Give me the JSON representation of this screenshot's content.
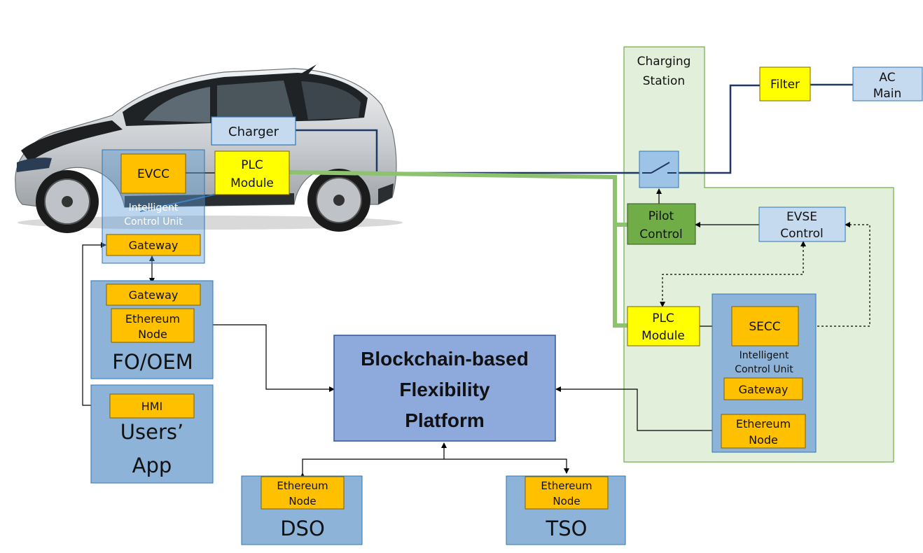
{
  "colors": {
    "orange": "#FFC000",
    "yellow": "#FFFF00",
    "light_blue": "#C5DAEE",
    "steel_blue": "#9DC3E6",
    "group_blue": "#8DB3D9",
    "pilot_green": "#70AD47",
    "station_green": "#E2EFDA",
    "green_line": "#8DC26F",
    "power_line": "#1F3864",
    "platform": "#8EA9DB"
  },
  "icons": {
    "vehicle": "electric-car-icon",
    "switch": "contactor-switch-icon"
  },
  "vehicle": {
    "charger": "Charger",
    "evcc": "EVCC",
    "plc_module_line1": "PLC",
    "plc_module_line2": "Module",
    "icu_line1": "Intelligent",
    "icu_line2": "Control Unit",
    "gateway": "Gateway"
  },
  "fo_oem": {
    "gateway": "Gateway",
    "node_line1": "Ethereum",
    "node_line2": "Node",
    "label": "FO/OEM"
  },
  "users_app": {
    "hmi": "HMI",
    "label_line1": "Users’",
    "label_line2": "App"
  },
  "platform": {
    "line1": "Blockchain-based",
    "line2": "Flexibility",
    "line3": "Platform"
  },
  "dso": {
    "node_line1": "Ethereum",
    "node_line2": "Node",
    "label": "DSO"
  },
  "tso": {
    "node_line1": "Ethereum",
    "node_line2": "Node",
    "label": "TSO"
  },
  "station": {
    "title_line1": "Charging",
    "title_line2": "Station",
    "pilot_line1": "Pilot",
    "pilot_line2": "Control",
    "evse_line1": "EVSE",
    "evse_line2": "Control",
    "plc_line1": "PLC",
    "plc_line2": "Module",
    "secc": "SECC",
    "icu_line1": "Intelligent",
    "icu_line2": "Control Unit",
    "gateway": "Gateway",
    "node_line1": "Ethereum",
    "node_line2": "Node"
  },
  "grid": {
    "filter": "Filter",
    "ac_line1": "AC",
    "ac_line2": "Main"
  }
}
